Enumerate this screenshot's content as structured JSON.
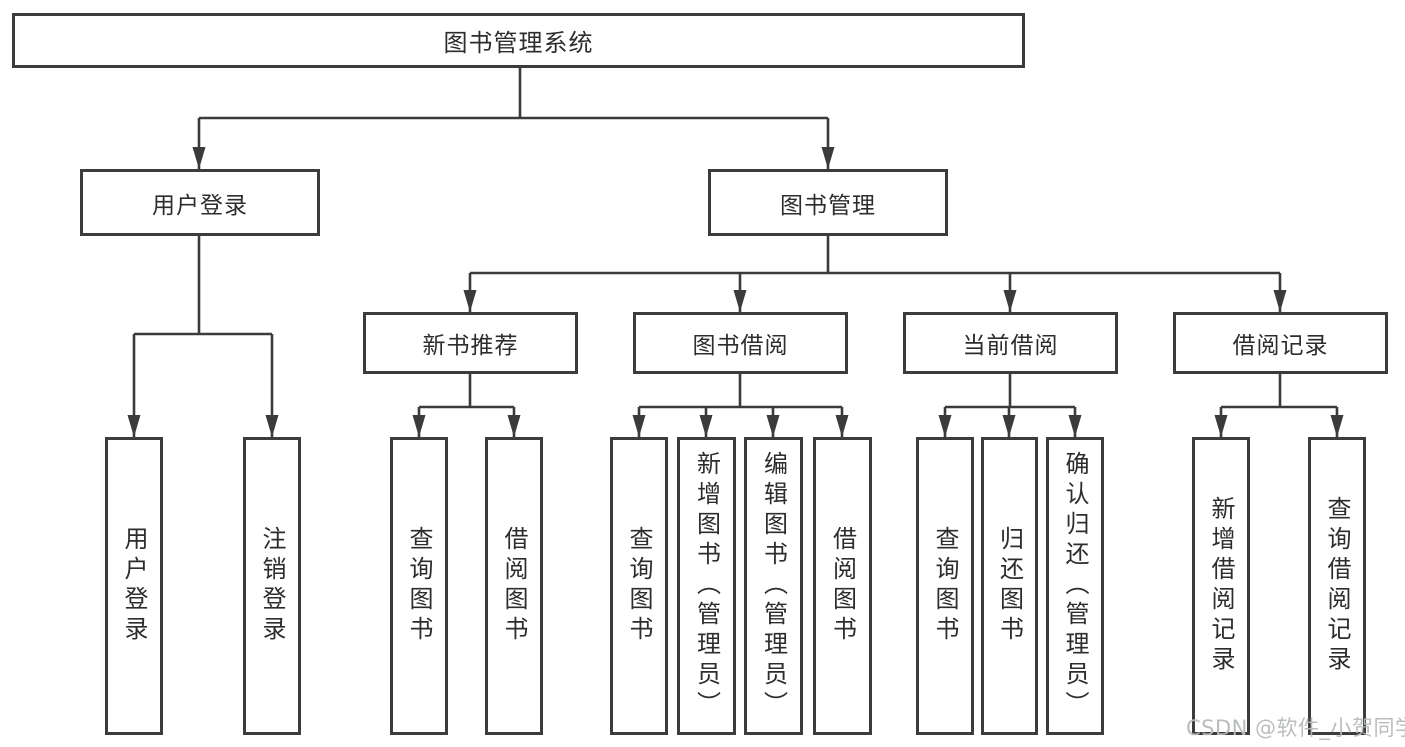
{
  "diagram": {
    "title": "图书管理系统"
  },
  "nodes": {
    "root": {
      "label": "图书管理系统"
    },
    "userLogin": {
      "label": "用户登录"
    },
    "bookMgmt": {
      "label": "图书管理"
    },
    "newBooks": {
      "label": "新书推荐"
    },
    "bookBorrow": {
      "label": "图书借阅"
    },
    "currentBorrow": {
      "label": "当前借阅"
    },
    "borrowRecords": {
      "label": "借阅记录"
    },
    "leafUserLogin": {
      "label": "用户登录"
    },
    "leafLogout": {
      "label": "注销登录"
    },
    "leafQueryBooks1": {
      "label": "查询图书"
    },
    "leafBorrowBooks1": {
      "label": "借阅图书"
    },
    "leafQueryBooks2": {
      "label": "查询图书"
    },
    "leafAddBooks": {
      "label": "新增图书（管理员）"
    },
    "leafEditBooks": {
      "label": "编辑图书（管理员）"
    },
    "leafBorrowBooks2": {
      "label": "借阅图书"
    },
    "leafQueryBooks3": {
      "label": "查询图书"
    },
    "leafReturnBooks": {
      "label": "归还图书"
    },
    "leafConfirmReturn": {
      "label": "确认归还（管理员）"
    },
    "leafAddRecord": {
      "label": "新增借阅记录"
    },
    "leafQueryRecord": {
      "label": "查询借阅记录"
    }
  },
  "watermark": {
    "text": "CSDN @软件_小贺同学"
  },
  "colors": {
    "line": "#3b3b3b",
    "border": "#3c3c3c",
    "text": "#2d2d2d",
    "watermark": "#b6b9bc",
    "background": "#ffffff"
  }
}
